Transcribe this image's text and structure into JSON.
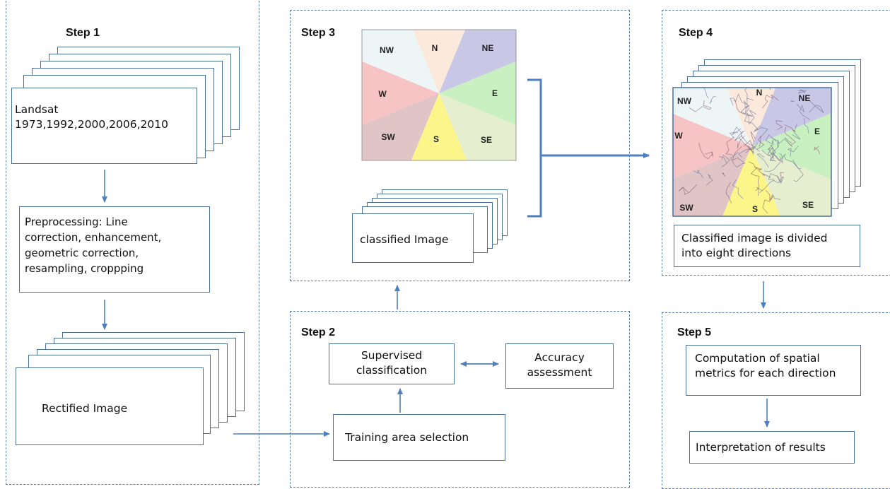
{
  "steps": {
    "step1": {
      "label": "Step 1",
      "landsat_title": "Landsat",
      "landsat_years": "1973,1992,2000,2006,2010",
      "preprocessing": [
        "Preprocessing: Line",
        "correction, enhancement,",
        "geometric correction,",
        "resampling, croppping"
      ],
      "rectified": "Rectified Image"
    },
    "step2": {
      "label": "Step 2",
      "supervised": [
        "Supervised",
        "classification"
      ],
      "accuracy": [
        "Accuracy",
        "assessment"
      ],
      "training": "Training area selection"
    },
    "step3": {
      "label": "Step 3",
      "classified": "classified Image"
    },
    "step4": {
      "label": "Step 4",
      "divided": [
        "Classified image is divided",
        "into eight directions"
      ]
    },
    "step5": {
      "label": "Step 5",
      "computation": [
        "Computation of spatial",
        "metrics for each direction"
      ],
      "interpretation": "Interpretation of results"
    }
  },
  "directions": [
    "N",
    "NE",
    "E",
    "SE",
    "S",
    "SW",
    "W",
    "NW"
  ],
  "colors": {
    "panel_border": "#5b7fa6",
    "arrow": "#4f7fbf",
    "N": "#fbe9dc",
    "NE": "#c9c7e6",
    "E": "#c8f0c0",
    "SE": "#e6eed0",
    "S": "#fbf58a",
    "SW": "#e0c4c6",
    "W": "#f6c4c4",
    "NW": "#eef5f6"
  }
}
